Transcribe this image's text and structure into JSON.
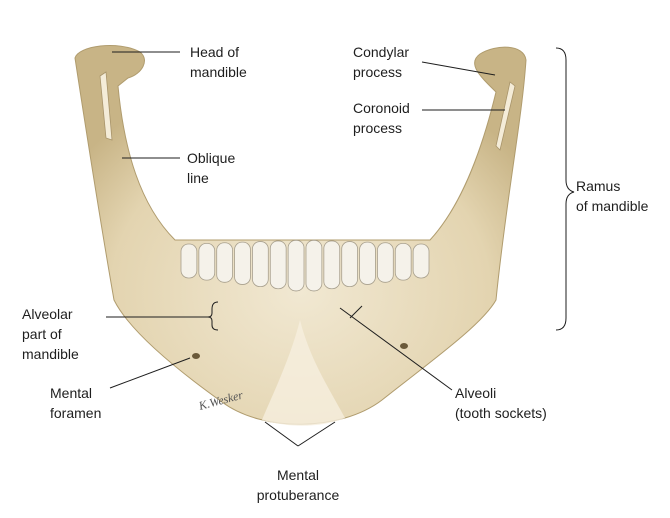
{
  "labels": {
    "head": [
      "Head of",
      "mandible"
    ],
    "condylar": [
      "Condylar",
      "process"
    ],
    "coronoid": [
      "Coronoid",
      "process"
    ],
    "oblique": [
      "Oblique",
      "line"
    ],
    "ramus": [
      "Ramus",
      "of mandible"
    ],
    "alveolar": [
      "Alveolar",
      "part of",
      "mandible"
    ],
    "foramen": [
      "Mental",
      "foramen"
    ],
    "alveoli": [
      "Alveoli",
      "(tooth sockets)"
    ],
    "protuberance": [
      "Mental",
      "protuberance"
    ]
  },
  "colors": {
    "bone": "#e6d9b9",
    "bone_shadow": "#c9b78e",
    "tooth": "#f5f2ea",
    "line": "#1e1e1e"
  },
  "teeth_count": 14
}
